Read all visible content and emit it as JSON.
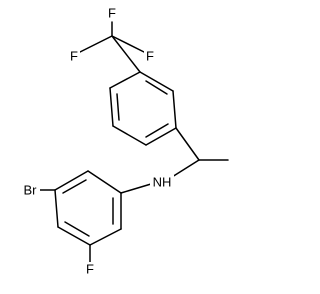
{
  "molecule": {
    "atoms": {
      "F_top": "F",
      "F_left": "F",
      "F_right": "F",
      "Br": "Br",
      "F_ring": "F",
      "NH": "NH"
    }
  }
}
